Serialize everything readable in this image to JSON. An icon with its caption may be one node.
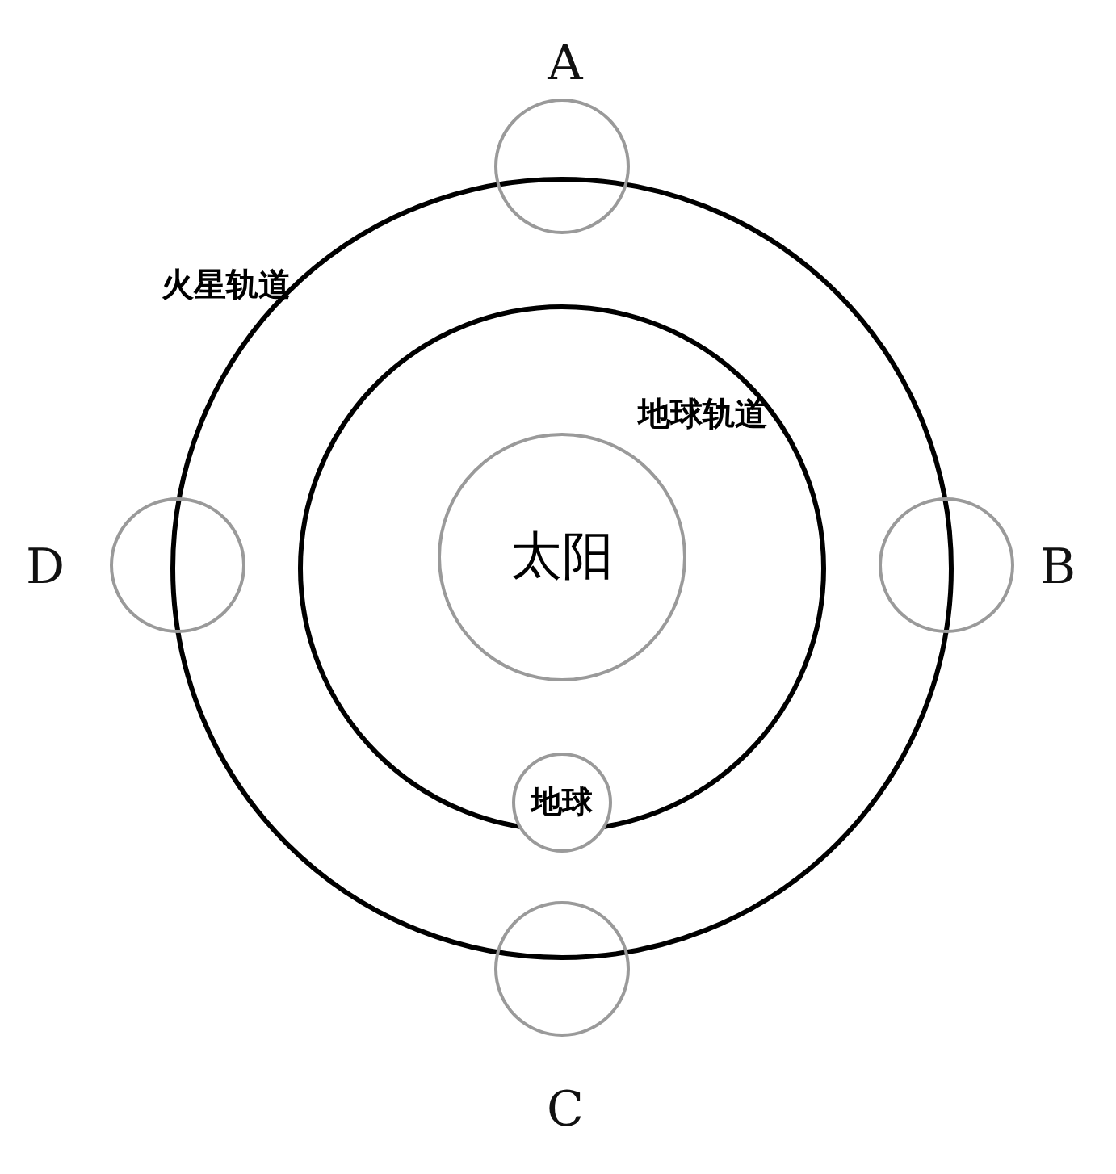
{
  "diagram": {
    "nodes": [
      {
        "text": [
          "A"
        ]
      },
      {
        "text": [
          "D"
        ]
      },
      {
        "text": [
          "太阳"
        ]
      },
      {
        "text": [
          "B"
        ]
      },
      {
        "text": [
          "地球"
        ]
      },
      {
        "text": [
          "C"
        ]
      }
    ],
    "labels": [
      "火星轨道",
      "地球轨道"
    ]
  }
}
